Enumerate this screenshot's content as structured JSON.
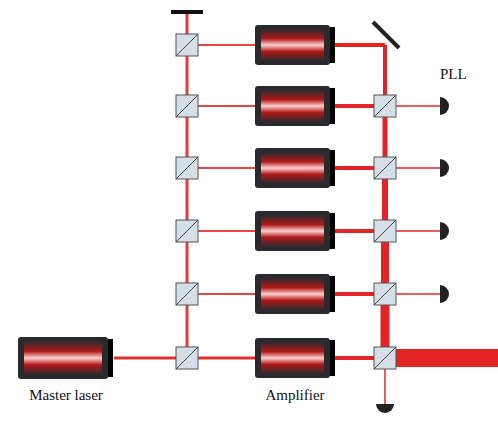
{
  "diagram": {
    "nodes": [
      {
        "text": [
          "Master laser"
        ]
      },
      {
        "text": [
          "Amplifier"
        ]
      }
    ],
    "edges": [
      {
        "from": 0,
        "to": 1,
        "arrow": "none"
      }
    ],
    "labels": [
      "PLL"
    ]
  }
}
